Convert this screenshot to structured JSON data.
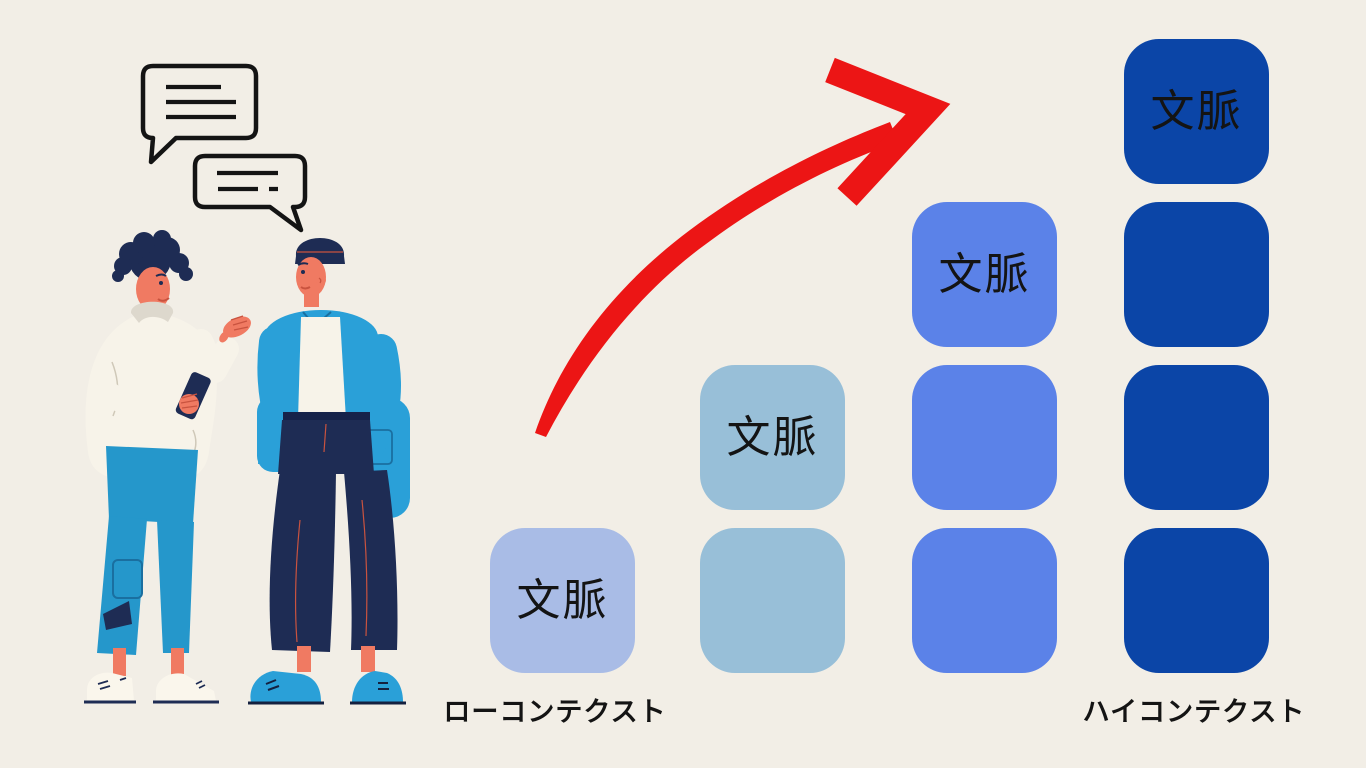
{
  "page": {
    "background_color": "#f2eee6"
  },
  "diagram": {
    "left_label": "ローコンテクスト",
    "right_label": "ハイコンテクスト",
    "block_label": "文脈",
    "label_color": "#141414",
    "arrow_color": "#ec1515",
    "columns": [
      {
        "name": "context-level-1",
        "blocks": 1,
        "color": "#a9bce6",
        "label_block": 0
      },
      {
        "name": "context-level-2",
        "blocks": 2,
        "color": "#98bfd8",
        "label_block": 0
      },
      {
        "name": "context-level-3",
        "blocks": 3,
        "color": "#5b82e8",
        "label_block": 0
      },
      {
        "name": "context-level-4",
        "blocks": 4,
        "color": "#0b45a7",
        "label_block": 0
      }
    ]
  },
  "illustration": {
    "name": "two-people-talking",
    "speech_bubble_count": 2,
    "palette": {
      "skin": "#f07a62",
      "skin_shadow": "#c9533f",
      "navy": "#1e2c54",
      "jacket_blue": "#2aa0d8",
      "pants_blue": "#2597cb",
      "cream_clothing": "#f7f3e9",
      "bubble_outline": "#141414"
    }
  }
}
